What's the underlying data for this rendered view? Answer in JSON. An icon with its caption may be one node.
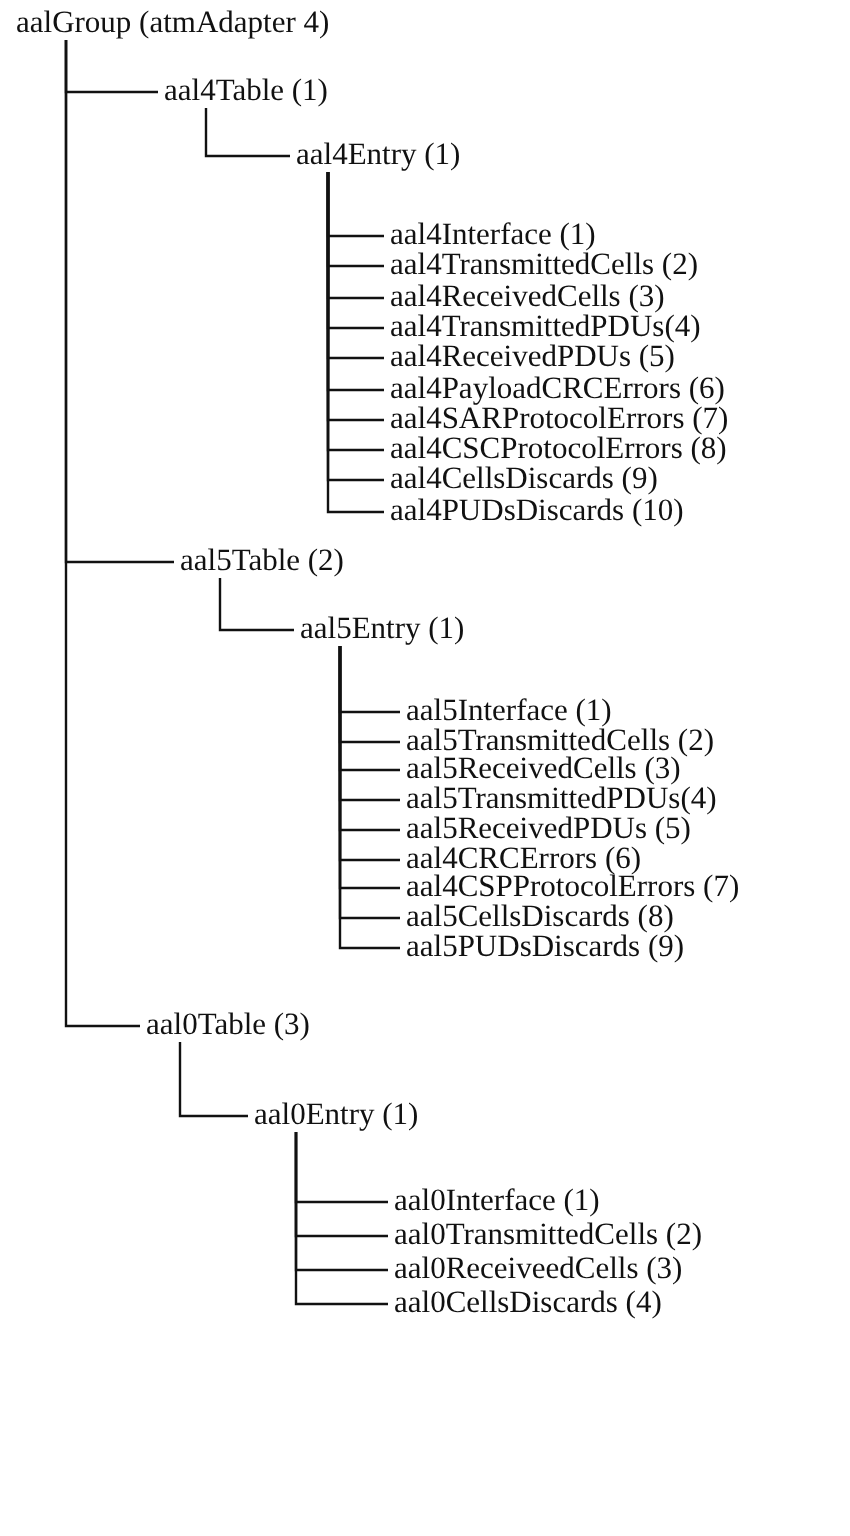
{
  "diagram": {
    "nodes": [
      {
        "text": [
          "aalGroup (atmAdapter 4)"
        ]
      },
      {
        "text": [
          "aal4Table (1)"
        ]
      },
      {
        "text": [
          "aal4Entry (1)"
        ]
      },
      {
        "text": [
          "aal4Interface (1)"
        ]
      },
      {
        "text": [
          "aal4TransmittedCells (2)"
        ]
      },
      {
        "text": [
          "aal4ReceivedCells (3)"
        ]
      },
      {
        "text": [
          "aal4TransmittedPDUs(4)"
        ]
      },
      {
        "text": [
          "aal4ReceivedPDUs (5)"
        ]
      },
      {
        "text": [
          "aal4PayloadCRCErrors (6)"
        ]
      },
      {
        "text": [
          "aal4SARProtocolErrors (7)"
        ]
      },
      {
        "text": [
          "aal4CSCProtocolErrors (8)"
        ]
      },
      {
        "text": [
          "aal4CellsDiscards (9)"
        ]
      },
      {
        "text": [
          "aal4PUDsDiscards (10)"
        ]
      },
      {
        "text": [
          "aal5Table (2)"
        ]
      },
      {
        "text": [
          "aal5Entry (1)"
        ]
      },
      {
        "text": [
          "aal5Interface (1)"
        ]
      },
      {
        "text": [
          "aal5TransmittedCells (2)"
        ]
      },
      {
        "text": [
          "aal5ReceivedCells (3)"
        ]
      },
      {
        "text": [
          "aal5TransmittedPDUs(4)"
        ]
      },
      {
        "text": [
          "aal5ReceivedPDUs (5)"
        ]
      },
      {
        "text": [
          "aal4CRCErrors (6)"
        ]
      },
      {
        "text": [
          "aal4CSPProtocolErrors (7)"
        ]
      },
      {
        "text": [
          "aal5CellsDiscards (8)"
        ]
      },
      {
        "text": [
          "aal5PUDsDiscards (9)"
        ]
      },
      {
        "text": [
          "aal0Table (3)"
        ]
      },
      {
        "text": [
          "aal0Entry (1)"
        ]
      },
      {
        "text": [
          "aal0Interface (1)"
        ]
      },
      {
        "text": [
          "aal0TransmittedCells (2)"
        ]
      },
      {
        "text": [
          "aal0ReceiveedCells (3)"
        ]
      },
      {
        "text": [
          "aal0CellsDiscards (4)"
        ]
      }
    ],
    "edges": [
      {
        "from": 0,
        "to": 1,
        "arrow": "none"
      },
      {
        "from": 1,
        "to": 2,
        "arrow": "none"
      },
      {
        "from": 2,
        "to": 3,
        "arrow": "none"
      },
      {
        "from": 2,
        "to": 4,
        "arrow": "none"
      },
      {
        "from": 2,
        "to": 5,
        "arrow": "none"
      },
      {
        "from": 2,
        "to": 6,
        "arrow": "none"
      },
      {
        "from": 2,
        "to": 7,
        "arrow": "none"
      },
      {
        "from": 2,
        "to": 8,
        "arrow": "none"
      },
      {
        "from": 2,
        "to": 9,
        "arrow": "none"
      },
      {
        "from": 2,
        "to": 10,
        "arrow": "none"
      },
      {
        "from": 2,
        "to": 11,
        "arrow": "none"
      },
      {
        "from": 2,
        "to": 12,
        "arrow": "none"
      },
      {
        "from": 0,
        "to": 13,
        "arrow": "none"
      },
      {
        "from": 13,
        "to": 14,
        "arrow": "none"
      },
      {
        "from": 14,
        "to": 15,
        "arrow": "none"
      },
      {
        "from": 14,
        "to": 16,
        "arrow": "none"
      },
      {
        "from": 14,
        "to": 17,
        "arrow": "none"
      },
      {
        "from": 14,
        "to": 18,
        "arrow": "none"
      },
      {
        "from": 14,
        "to": 19,
        "arrow": "none"
      },
      {
        "from": 14,
        "to": 20,
        "arrow": "none"
      },
      {
        "from": 14,
        "to": 21,
        "arrow": "none"
      },
      {
        "from": 14,
        "to": 22,
        "arrow": "none"
      },
      {
        "from": 14,
        "to": 23,
        "arrow": "none"
      },
      {
        "from": 0,
        "to": 24,
        "arrow": "none"
      },
      {
        "from": 24,
        "to": 25,
        "arrow": "none"
      },
      {
        "from": 25,
        "to": 26,
        "arrow": "none"
      },
      {
        "from": 25,
        "to": 27,
        "arrow": "none"
      },
      {
        "from": 25,
        "to": 28,
        "arrow": "none"
      },
      {
        "from": 25,
        "to": 29,
        "arrow": "none"
      }
    ]
  }
}
